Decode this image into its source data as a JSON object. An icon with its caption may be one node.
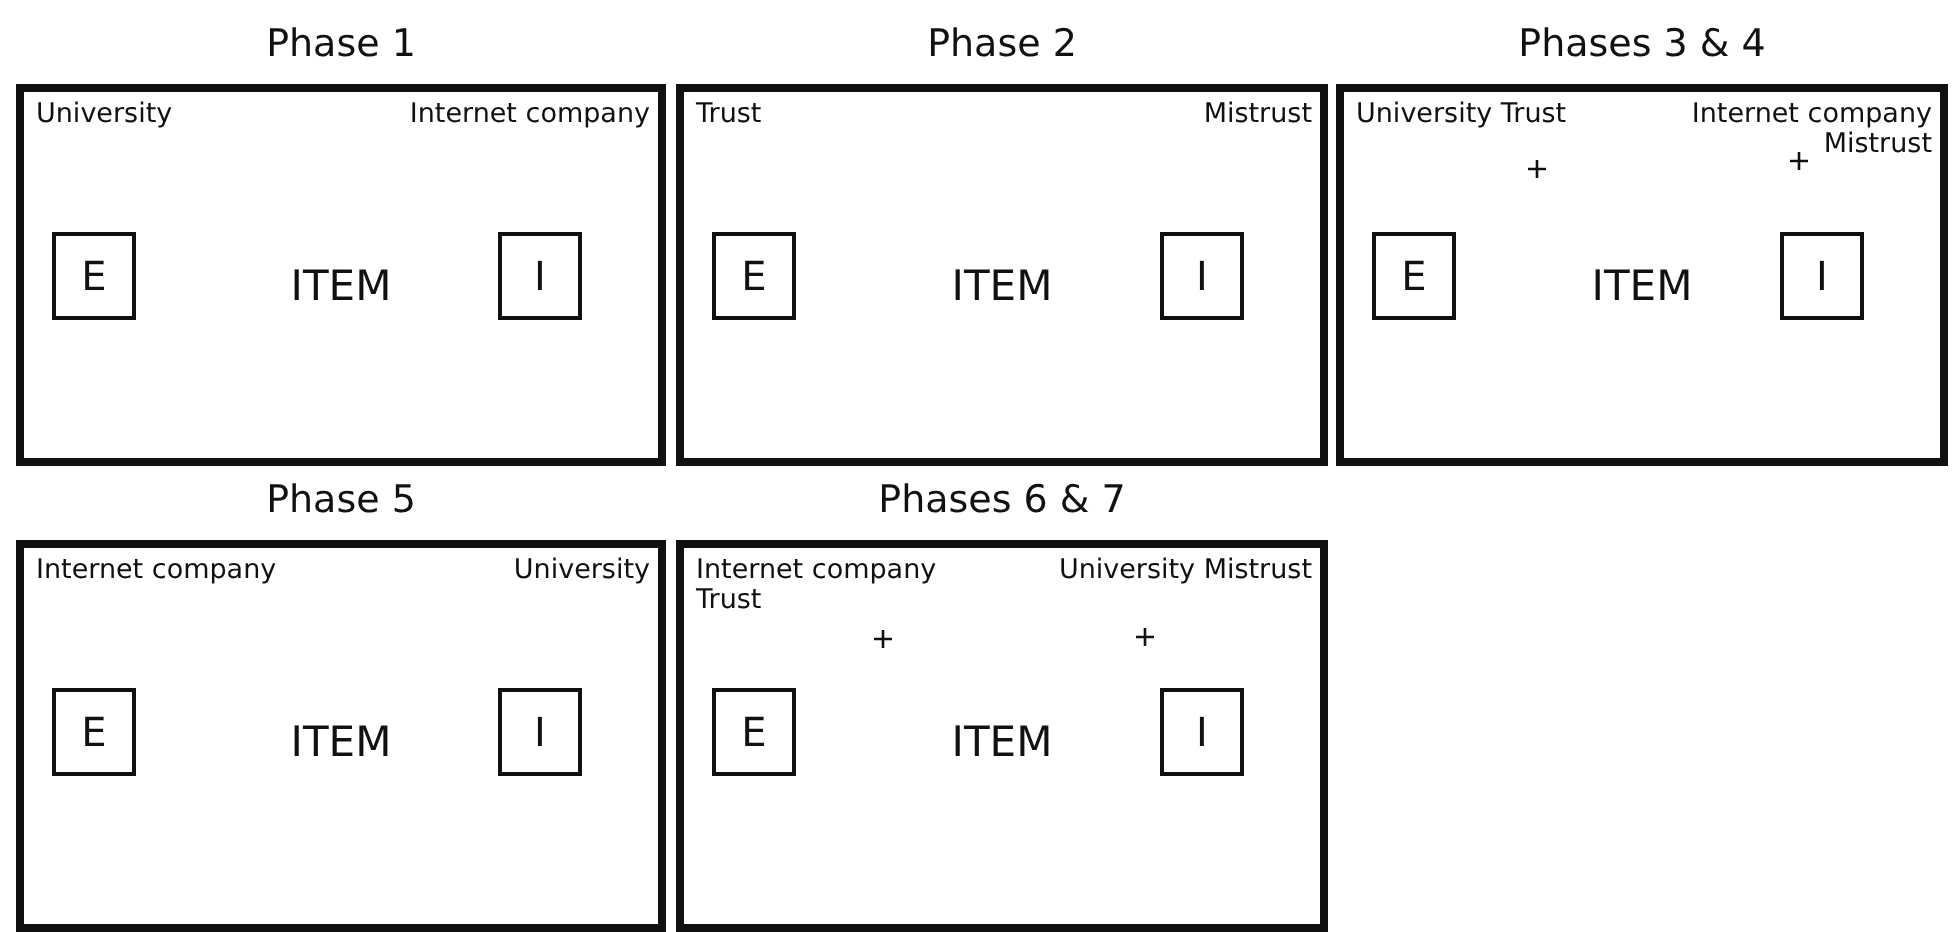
{
  "diagram": {
    "nodes": [
      {
        "text": [
          "Phase 1",
          "University",
          "Internet company",
          "ITEM"
        ]
      },
      {
        "text": [
          "E"
        ],
        "in": 0
      },
      {
        "text": [
          "I"
        ],
        "in": 0
      },
      {
        "text": [
          "Phase 2",
          "Trust",
          "Mistrust",
          "ITEM"
        ]
      },
      {
        "text": [
          "E"
        ],
        "in": 3
      },
      {
        "text": [
          "I"
        ],
        "in": 3
      },
      {
        "text": [
          "Phases 3 & 4",
          "University Trust",
          "Internet company Mistrust",
          "ITEM"
        ]
      },
      {
        "text": [
          "E"
        ],
        "in": 6
      },
      {
        "text": [
          "I"
        ],
        "in": 6
      },
      {
        "text": [
          "Phase 5",
          "Internet company",
          "University",
          "ITEM"
        ]
      },
      {
        "text": [
          "E"
        ],
        "in": 9
      },
      {
        "text": [
          "I"
        ],
        "in": 9
      },
      {
        "text": [
          "Phases 6 & 7",
          "Internet company Trust",
          "University Mistrust",
          "ITEM"
        ]
      },
      {
        "text": [
          "E"
        ],
        "in": 12
      },
      {
        "text": [
          "I"
        ],
        "in": 12
      }
    ]
  }
}
